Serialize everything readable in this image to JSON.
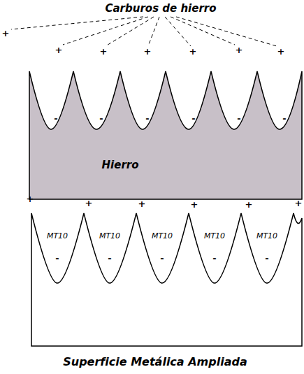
{
  "diagram": {
    "title": "Carburos de hierro",
    "caption": "Superficie Metálica Ampliada",
    "labels": [
      "+",
      "+",
      "+",
      "+",
      "+",
      "+",
      "+",
      "-",
      "-",
      "-",
      "-",
      "-",
      "-",
      "Hierro",
      "+",
      "+",
      "+",
      "+",
      "+",
      "+",
      "MT10",
      "MT10",
      "MT10",
      "MT10",
      "MT10",
      "-",
      "-",
      "-",
      "-",
      "-"
    ]
  }
}
